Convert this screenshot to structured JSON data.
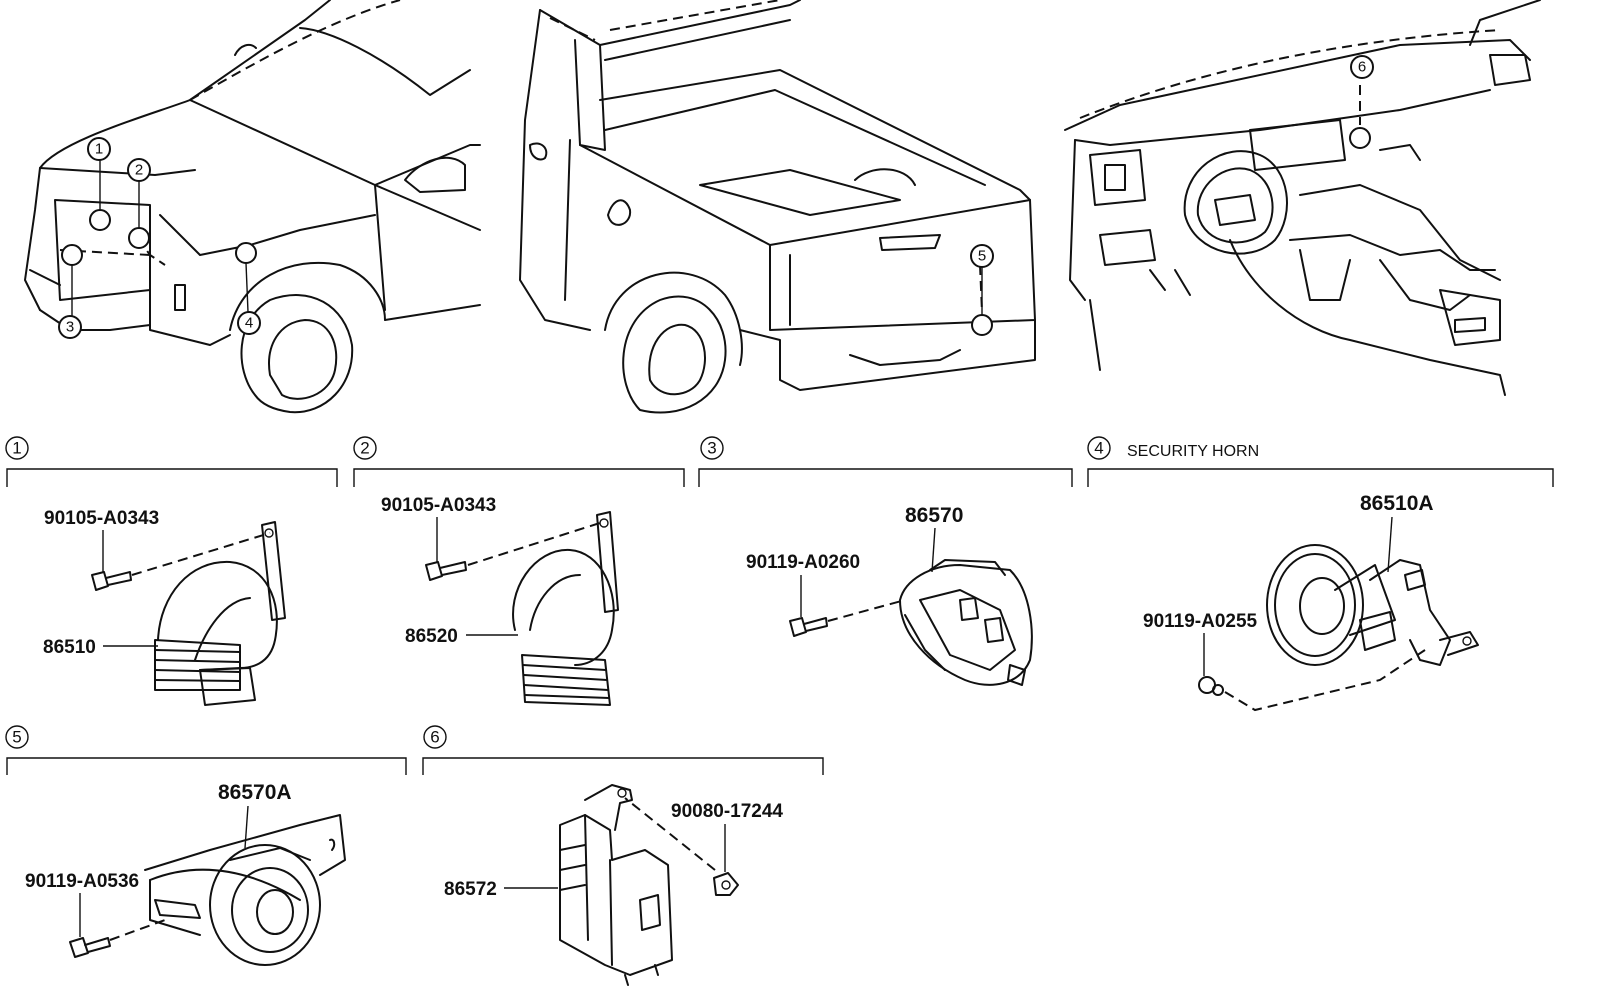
{
  "callouts": [
    "1",
    "2",
    "3",
    "4",
    "5",
    "6"
  ],
  "sections": [
    {
      "ref": "1",
      "title": "",
      "parts": {
        "bolt": "90105-A0343",
        "horn": "86510"
      }
    },
    {
      "ref": "2",
      "title": "",
      "parts": {
        "bolt": "90105-A0343",
        "horn": "86520"
      }
    },
    {
      "ref": "3",
      "title": "",
      "parts": {
        "bolt": "90119-A0260",
        "siren": "86570"
      }
    },
    {
      "ref": "4",
      "title": "SECURITY HORN",
      "parts": {
        "bolt": "90119-A0255",
        "horn": "86510A"
      }
    },
    {
      "ref": "5",
      "title": "",
      "parts": {
        "bolt": "90119-A0536",
        "siren": "86570A"
      }
    },
    {
      "ref": "6",
      "title": "",
      "parts": {
        "nut": "90080-17244",
        "module": "86572"
      }
    }
  ]
}
